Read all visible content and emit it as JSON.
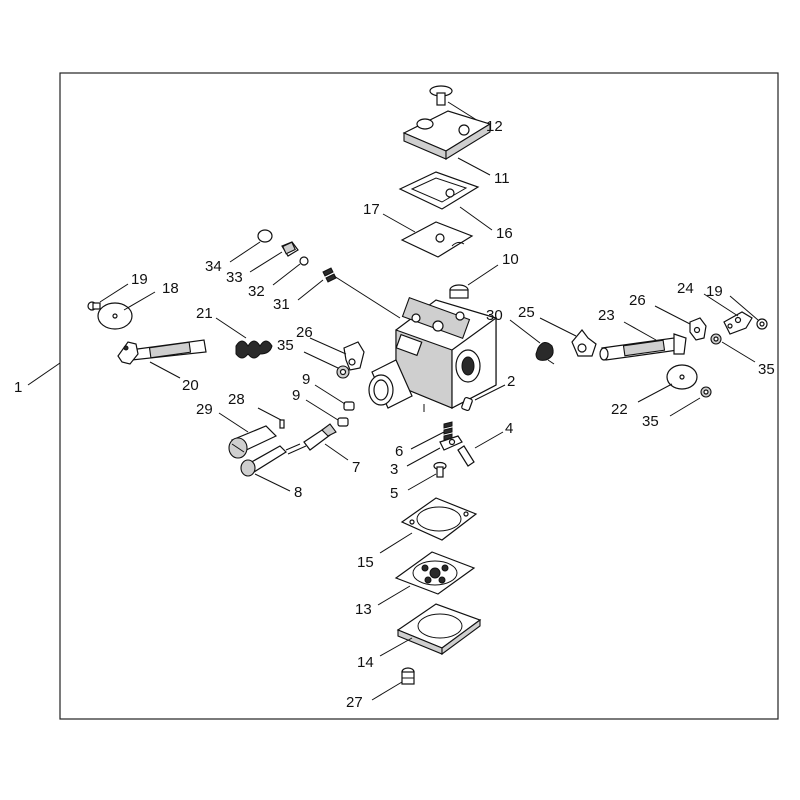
{
  "assembly_label": "1",
  "callouts": [
    {
      "id": "c12",
      "text": "12"
    },
    {
      "id": "c11",
      "text": "11"
    },
    {
      "id": "c17",
      "text": "17"
    },
    {
      "id": "c16",
      "text": "16"
    },
    {
      "id": "c34",
      "text": "34"
    },
    {
      "id": "c33",
      "text": "33"
    },
    {
      "id": "c32",
      "text": "32"
    },
    {
      "id": "c31",
      "text": "31"
    },
    {
      "id": "c10",
      "text": "10"
    },
    {
      "id": "c19a",
      "text": "19"
    },
    {
      "id": "c18",
      "text": "18"
    },
    {
      "id": "c21",
      "text": "21"
    },
    {
      "id": "c26a",
      "text": "26"
    },
    {
      "id": "c35a",
      "text": "35"
    },
    {
      "id": "c20",
      "text": "20"
    },
    {
      "id": "c9a",
      "text": "9"
    },
    {
      "id": "c9b",
      "text": "9"
    },
    {
      "id": "c28",
      "text": "28"
    },
    {
      "id": "c29",
      "text": "29"
    },
    {
      "id": "c7",
      "text": "7"
    },
    {
      "id": "c8",
      "text": "8"
    },
    {
      "id": "c30",
      "text": "30"
    },
    {
      "id": "c25",
      "text": "25"
    },
    {
      "id": "c2",
      "text": "2"
    },
    {
      "id": "c6",
      "text": "6"
    },
    {
      "id": "c4",
      "text": "4"
    },
    {
      "id": "c3",
      "text": "3"
    },
    {
      "id": "c5",
      "text": "5"
    },
    {
      "id": "c26b",
      "text": "26"
    },
    {
      "id": "c23",
      "text": "23"
    },
    {
      "id": "c24",
      "text": "24"
    },
    {
      "id": "c19b",
      "text": "19"
    },
    {
      "id": "c35b",
      "text": "35"
    },
    {
      "id": "c22",
      "text": "22"
    },
    {
      "id": "c35c",
      "text": "35"
    },
    {
      "id": "c15",
      "text": "15"
    },
    {
      "id": "c13",
      "text": "13"
    },
    {
      "id": "c14",
      "text": "14"
    },
    {
      "id": "c27",
      "text": "27"
    }
  ]
}
